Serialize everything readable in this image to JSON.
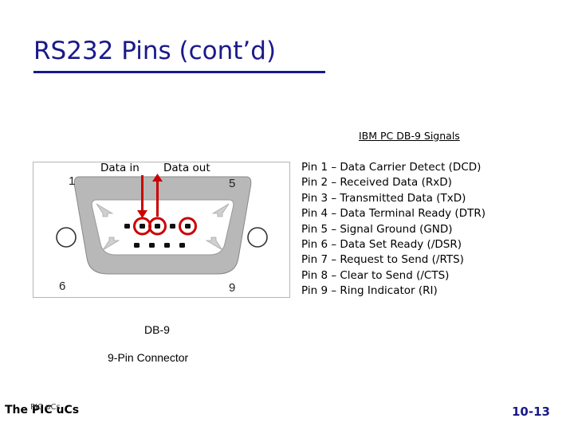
{
  "slide": {
    "title": "RS232 Pins (cont’d)",
    "signals_heading": "IBM PC DB-9 Signals",
    "pins": [
      "Pin 1 – Data Carrier Detect (DCD)",
      "Pin 2 – Received Data (RxD)",
      "Pin 3 – Transmitted Data (TxD)",
      "Pin 4 – Data Terminal Ready (DTR)",
      "Pin 5 – Signal Ground (GND)",
      "Pin 6 – Data Set Ready (/DSR)",
      "Pin 7 – Request to Send (/RTS)",
      "Pin 8 – Clear to Send (/CTS)",
      "Pin 9 – Ring Indicator (RI)"
    ],
    "data_in_label": "Data in",
    "data_out_label": "Data out",
    "corner_labels": {
      "top_left": "1",
      "top_right": "5",
      "bottom_left": "6",
      "bottom_right": "9"
    },
    "caption_db9": "DB-9",
    "caption_connector": "9-Pin Connector",
    "footer_left": "The PIC uCs",
    "footer_overlay": "PIC uCs",
    "page_number": "10-13"
  },
  "colors": {
    "title": "#1a1a8a",
    "arrow": "#cc0000",
    "highlight": "#cc0000",
    "shell": "#b0b0b0"
  },
  "highlighted_pins": [
    2,
    3,
    5
  ]
}
